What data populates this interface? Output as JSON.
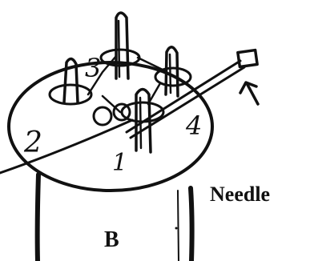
{
  "diagram": {
    "peg_numbers": [
      "1",
      "2",
      "3",
      "4"
    ],
    "needle_label": "Needle",
    "tube_label": "B",
    "colors": {
      "ink": "#111111",
      "paper": "#ffffff"
    }
  }
}
